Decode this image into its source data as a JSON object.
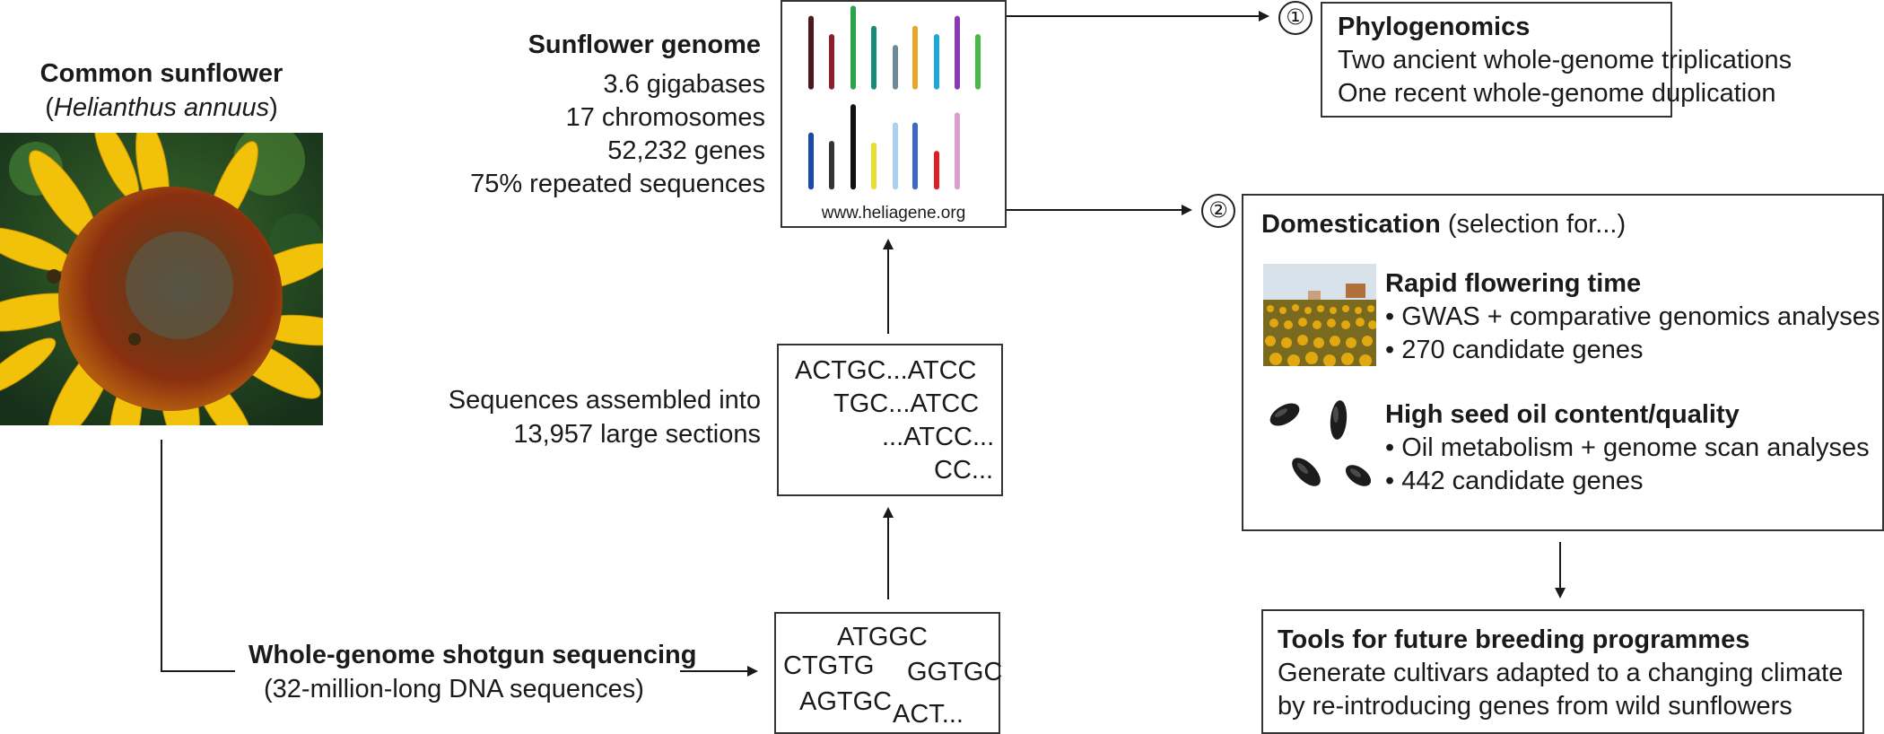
{
  "sunflower": {
    "title": "Common sunflower",
    "latin_open": "(",
    "latin_name": "Helianthus annuus",
    "latin_close": ")"
  },
  "genome": {
    "title": "Sunflower genome",
    "stats": [
      "3.6 gigabases",
      "17 chromosomes",
      "52,232 genes",
      "75% repeated sequences"
    ],
    "url": "www.heliagene.org",
    "chromosome_colors_top": [
      "#4a1a1a",
      "#8b1f2a",
      "#2aa44a",
      "#1a8a7a",
      "#6e8a96",
      "#e8a52a",
      "#1aa8d8",
      "#8a3ab0",
      "#4ab848"
    ],
    "chromosome_colors_bottom": [
      "#1a4aa8",
      "#333333",
      "#111111",
      "#e8e030",
      "#a8d0f0",
      "#3a6ac8",
      "#e02020",
      "#d8a0d0"
    ]
  },
  "assembly": {
    "caption": [
      "Sequences assembled into",
      "13,957 large sections"
    ],
    "lines": [
      "ACTGC...ATCC",
      "TGC...ATCC",
      "...ATCC...",
      "CC..."
    ]
  },
  "shotgun": {
    "title": "Whole-genome shotgun sequencing",
    "subtitle": "(32-million-long DNA sequences)",
    "fragments": [
      "ATGGC",
      "CTGTG",
      "GGTGC",
      "AGTGC",
      "ACT..."
    ]
  },
  "phylogenomics": {
    "number": "①",
    "title": "Phylogenomics",
    "lines": [
      "Two ancient whole-genome triplications",
      "One recent whole-genome duplication"
    ]
  },
  "domestication": {
    "number": "②",
    "title": "Domestication",
    "title_suffix": " (selection for...)",
    "trait1": {
      "title": "Rapid flowering time",
      "bullets": [
        "• GWAS + comparative genomics analyses",
        "• 270 candidate genes"
      ]
    },
    "trait2": {
      "title": "High seed oil content/quality",
      "bullets": [
        "• Oil metabolism + genome scan analyses",
        "• 442 candidate genes"
      ]
    }
  },
  "breeding": {
    "title": "Tools for future breeding programmes",
    "lines": [
      "Generate cultivars adapted to a changing climate",
      "by re-introducing genes from wild sunflowers"
    ]
  }
}
